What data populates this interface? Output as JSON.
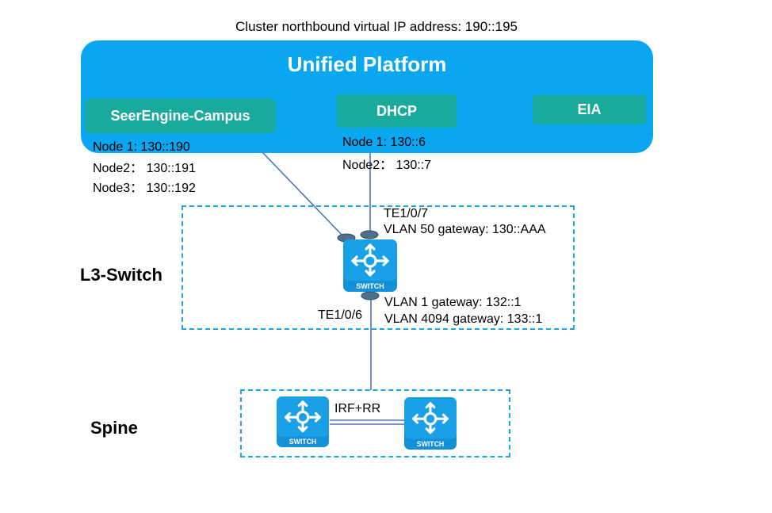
{
  "cluster_vip_label": "Cluster northbound virtual IP address: 190::195",
  "platform": {
    "title": "Unified Platform",
    "modules": {
      "seerengine": "SeerEngine-Campus",
      "dhcp": "DHCP",
      "eia": "EIA"
    },
    "colors": {
      "platform_bg": "#0aa6ef",
      "module_bg": "#1aaa9c"
    }
  },
  "seerengine_nodes": [
    "Node 1: 130::190",
    "Node2： 130::191",
    "Node3： 130::192"
  ],
  "dhcp_nodes": [
    "Node 1: 130::6",
    "Node2： 130::7"
  ],
  "l3_switch": {
    "label": "L3-Switch",
    "uplink_port": "TE1/0/7",
    "vlan50": "VLAN  50 gateway: 130::AAA",
    "downlink_port": "TE1/0/6",
    "vlan1": "VLAN  1 gateway: 132::1",
    "vlan4094": "VLAN  4094 gateway: 133::1",
    "icon_text": "SWITCH"
  },
  "spine": {
    "label": "Spine",
    "link_label": "IRF+RR",
    "icon_text": "SWITCH"
  }
}
